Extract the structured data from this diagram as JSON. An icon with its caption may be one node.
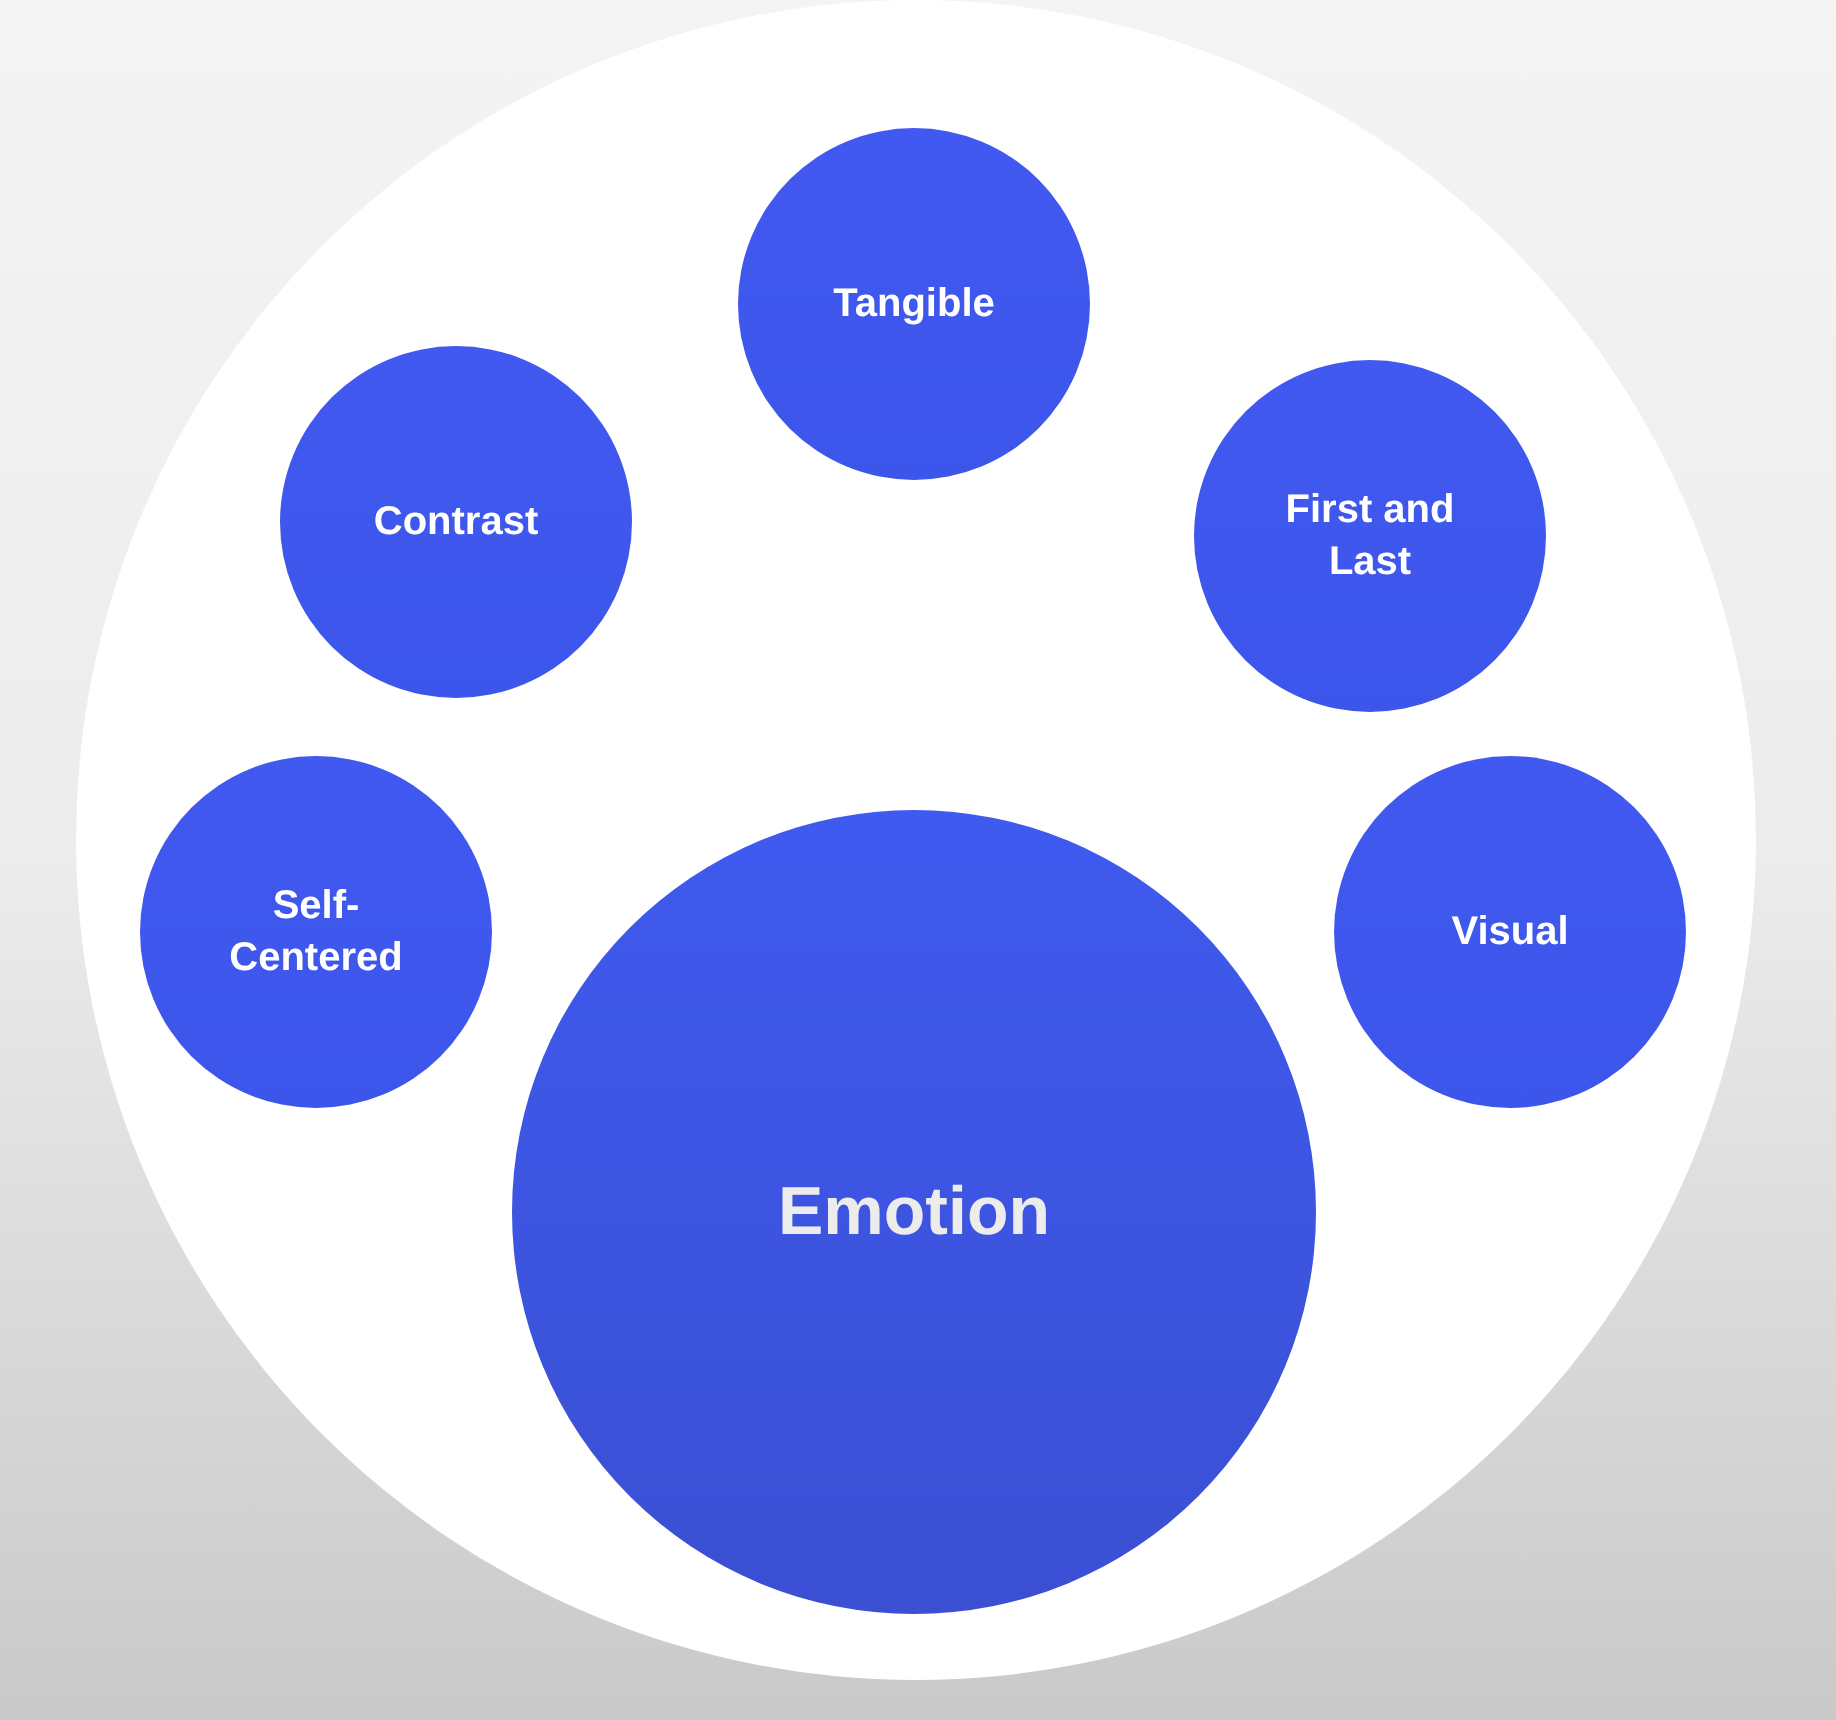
{
  "diagram": {
    "nodes": [
      {
        "text": [],
        "shape": "circle"
      },
      {
        "text": [
          "Tangible"
        ],
        "in": 0
      },
      {
        "text": [
          "Contrast"
        ],
        "in": 0
      },
      {
        "text": [
          "First and Last"
        ],
        "in": 0
      },
      {
        "text": [
          "Self-Centered"
        ],
        "in": 0
      },
      {
        "text": [
          "Visual"
        ],
        "in": 0
      },
      {
        "text": [
          "Emotion"
        ],
        "in": 0
      }
    ]
  }
}
